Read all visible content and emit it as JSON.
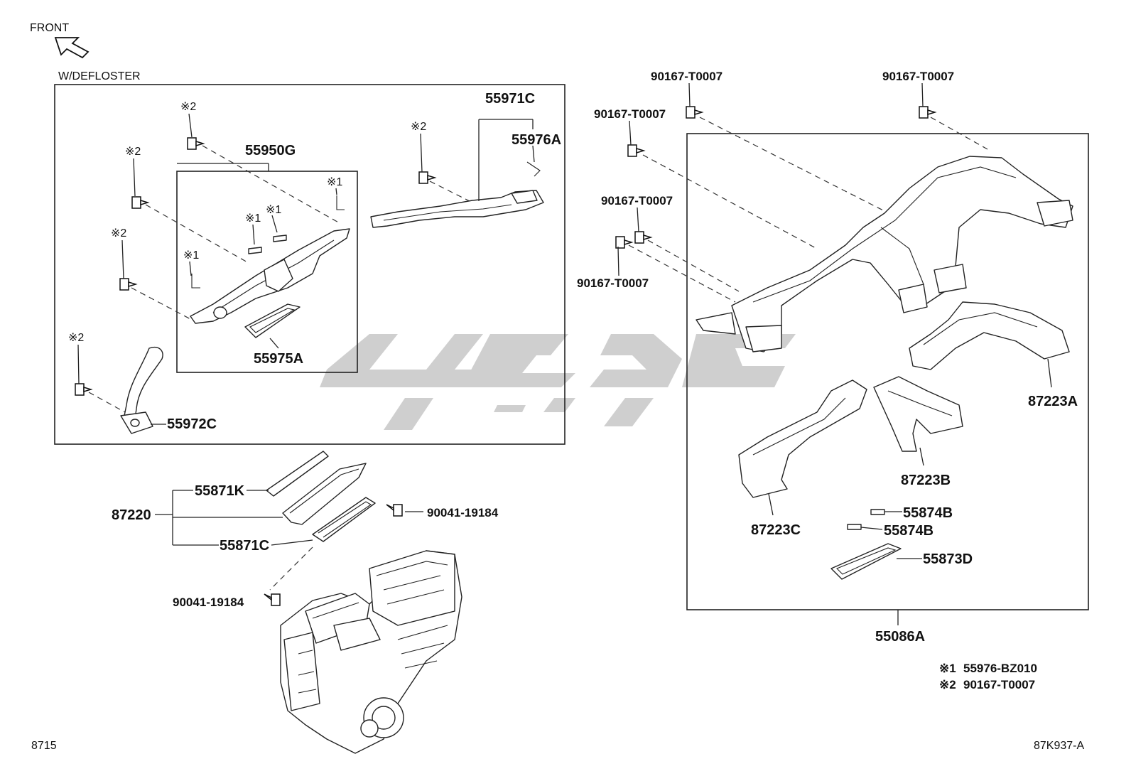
{
  "header": {
    "front_label": "FRONT",
    "option_label": "W/DEFLOSTER"
  },
  "left_group": {
    "mark2_a": "※2",
    "mark2_b": "※2",
    "mark2_c": "※2",
    "mark2_d": "※2",
    "mark2_e": "※2",
    "mark1_a": "※1",
    "mark1_b": "※1",
    "mark1_c": "※1",
    "mark1_d": "※1",
    "part_55950G": "55950G",
    "part_55975A": "55975A",
    "part_55972C": "55972C",
    "part_55971C": "55971C",
    "part_55976A": "55976A"
  },
  "center_group": {
    "part_87220": "87220",
    "part_55871K": "55871K",
    "part_55871C": "55871C",
    "bolt_upper": "90041-19184",
    "bolt_lower": "90041-19184"
  },
  "right_group": {
    "bolt_1": "90167-T0007",
    "bolt_2": "90167-T0007",
    "bolt_3": "90167-T0007",
    "bolt_4": "90167-T0007",
    "bolt_5": "90167-T0007",
    "part_87223A": "87223A",
    "part_87223B": "87223B",
    "part_87223C": "87223C",
    "part_55874B_a": "55874B",
    "part_55874B_b": "55874B",
    "part_55873D": "55873D",
    "part_55086A": "55086A"
  },
  "legend": {
    "mark1": "※1",
    "code1": "55976-BZ010",
    "mark2": "※2",
    "code2": "90167-T0007"
  },
  "footer": {
    "page_code": "8715",
    "figure_code": "87K937-A"
  }
}
